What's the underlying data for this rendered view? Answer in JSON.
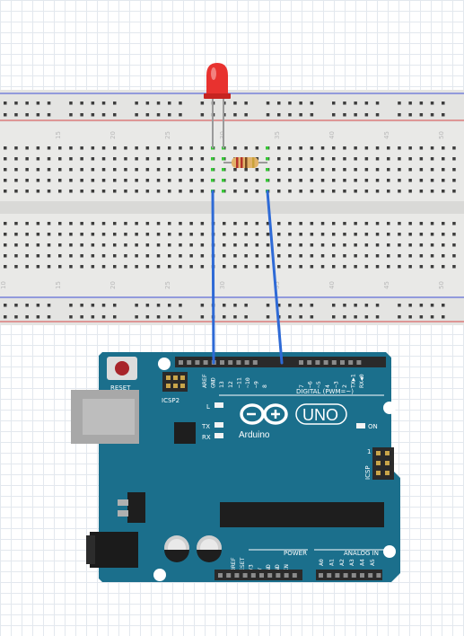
{
  "breadboard": {
    "column_numbers_top": [
      "15",
      "20",
      "25",
      "30",
      "35",
      "40",
      "45",
      "50"
    ],
    "column_numbers_bottom": [
      "10",
      "15",
      "20",
      "25",
      "30",
      "35",
      "40",
      "45",
      "50"
    ]
  },
  "components": {
    "led": {
      "icon": "led-red-icon",
      "color": "#e8322f"
    },
    "resistor": {
      "icon": "resistor-icon"
    }
  },
  "wires": {
    "color": "#2e6ad6"
  },
  "board": {
    "color": "#1b6f8c",
    "reset_label": "RESET",
    "icsp2_label": "ICSP2",
    "icsp_label": "ICSP",
    "l_label": "L",
    "tx_label": "TX",
    "rx_label": "RX",
    "on_label": "ON",
    "brand_label": "Arduino",
    "model_label": "UNO",
    "digital_label": "DIGITAL (PWM=~)",
    "power_label": "POWER",
    "analog_label": "ANALOG IN",
    "digital_pins": [
      "AREF",
      "GND",
      "13",
      "12",
      "~11",
      "~10",
      "~9",
      "8",
      "7",
      "~6",
      "~5",
      "4",
      "~3",
      "2",
      "TX▶1",
      "RX◀0"
    ],
    "power_pins": [
      "IOREF",
      "RESET",
      "3V3",
      "5V",
      "GND",
      "GND",
      "VIN"
    ],
    "analog_pins": [
      "A0",
      "A1",
      "A2",
      "A3",
      "A4",
      "A5"
    ],
    "icsp_pin_number": "1"
  }
}
